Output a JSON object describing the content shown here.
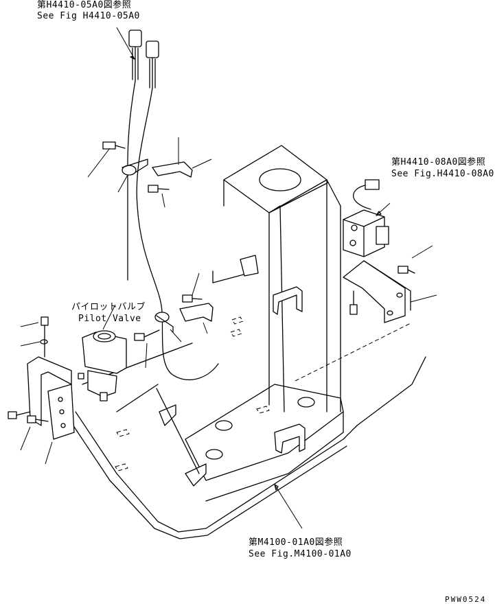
{
  "refs": {
    "top_jp": "第H4410-05A0図参照",
    "top_en": "See Fig H4410-05A0",
    "right_jp": "第H4410-08A0図参照",
    "right_en": "See Fig.H4410-08A0",
    "bottom_jp": "第M4100-01A0図参照",
    "bottom_en": "See Fig.M4100-01A0"
  },
  "pilot_valve": {
    "jp": "パイロットバルブ",
    "en": "Pilot Valve"
  },
  "drawing_code": "PWW0524"
}
